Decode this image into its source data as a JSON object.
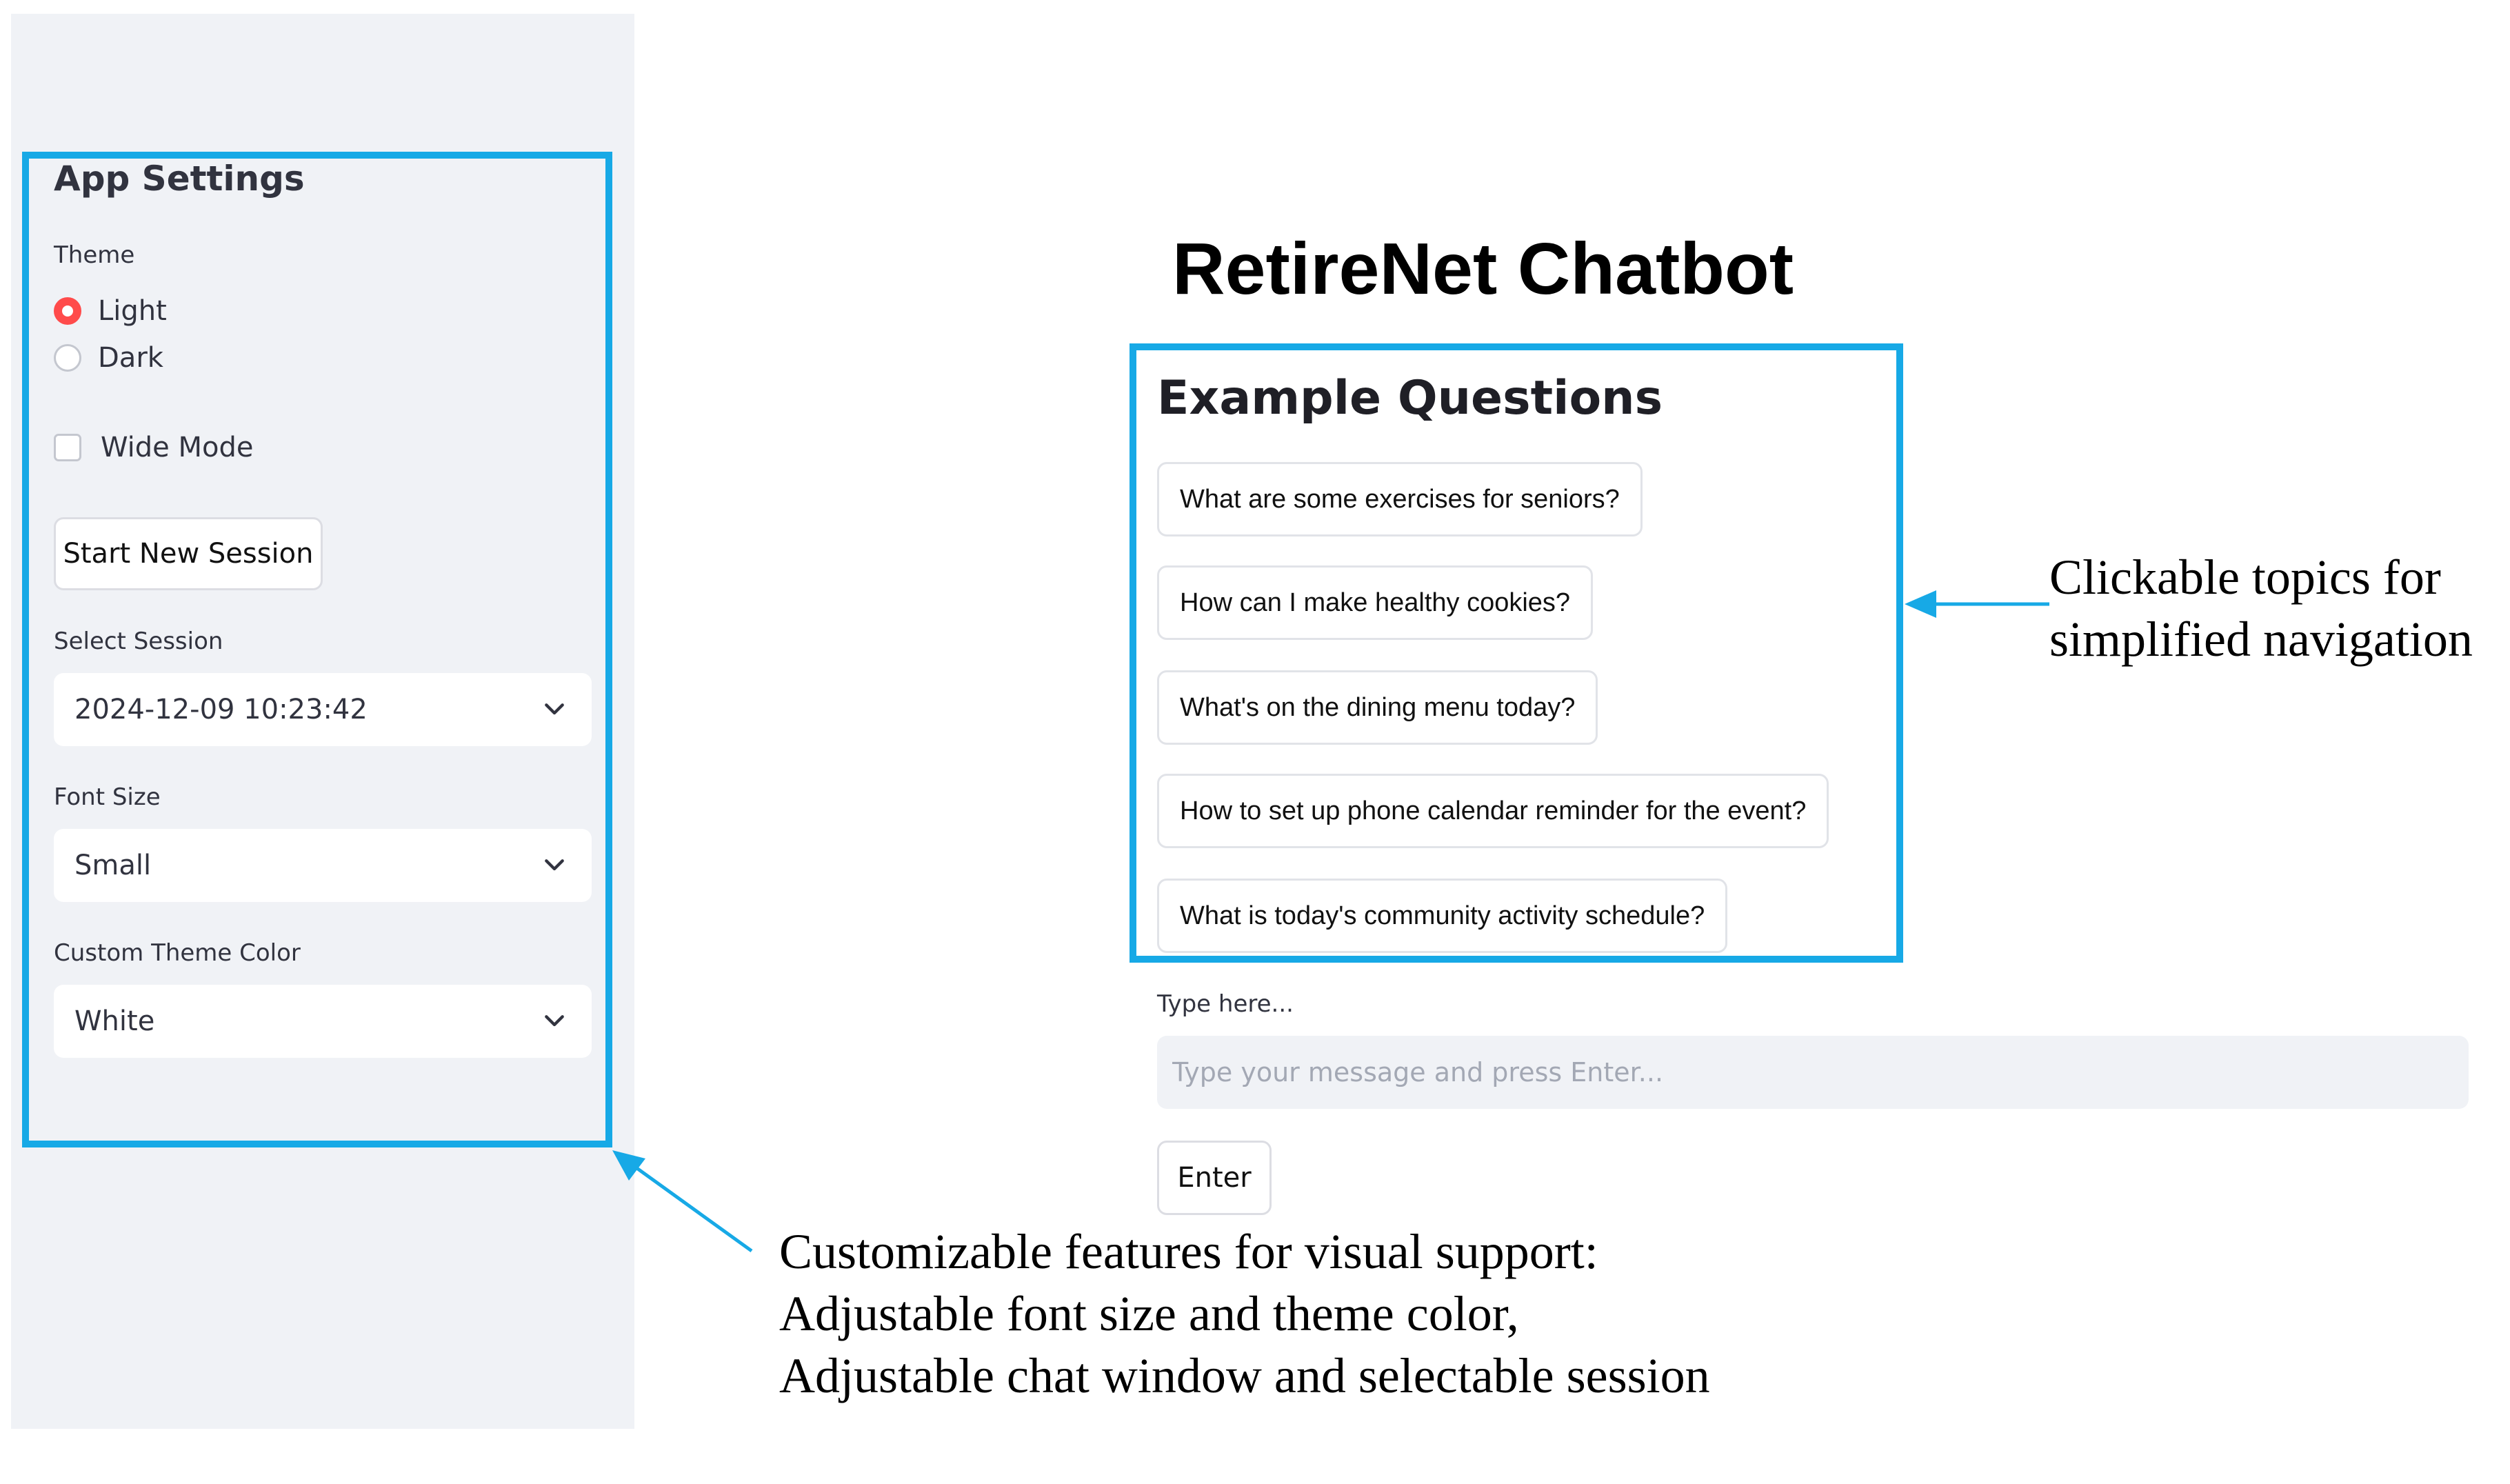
{
  "settings": {
    "title": "App Settings",
    "theme_label": "Theme",
    "theme_options": [
      "Light",
      "Dark"
    ],
    "theme_selected": "Light",
    "wide_mode_label": "Wide Mode",
    "wide_mode_checked": false,
    "start_session_label": "Start New Session",
    "session_label": "Select Session",
    "session_value": "2024-12-09 10:23:42",
    "font_size_label": "Font Size",
    "font_size_value": "Small",
    "theme_color_label": "Custom Theme Color",
    "theme_color_value": "White"
  },
  "main": {
    "title": "RetireNet Chatbot",
    "examples_title": "Example Questions",
    "questions": [
      "What are some exercises for seniors?",
      "How can I make healthy cookies?",
      "What's on the dining menu today?",
      "How to set up phone calendar reminder for the event?",
      "What is today's community activity schedule?"
    ],
    "input_label": "Type here...",
    "input_placeholder": "Type your message and press Enter...",
    "enter_label": "Enter"
  },
  "annotations": {
    "topics_line1": "Clickable topics for",
    "topics_line2": "simplified navigation",
    "features_line1": "Customizable features for visual support:",
    "features_line2": "Adjustable font size and theme color,",
    "features_line3": "Adjustable chat window and selectable session"
  },
  "colors": {
    "highlight": "#17a9e6",
    "radio_accent": "#ff4b4b",
    "sidebar_bg": "#f0f2f6"
  }
}
